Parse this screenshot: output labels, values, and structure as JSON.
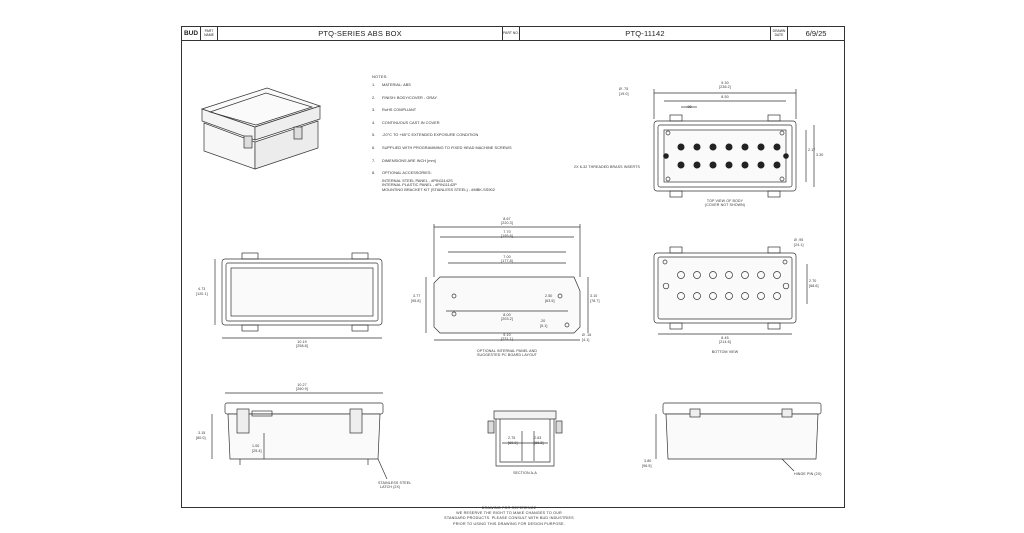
{
  "title_block": {
    "logo": "BUD",
    "part_name_caption": "PART NAME",
    "part_name": "PTQ-SERIES ABS BOX",
    "part_no_caption": "PART NO.",
    "part_no": "PTQ-11142",
    "drawn_date_caption": "DRAWN DATE",
    "date": "6/9/25"
  },
  "notes": {
    "title": "NOTES:",
    "items": [
      {
        "n": "1.",
        "text": "MATERIAL: ABS"
      },
      {
        "n": "2.",
        "text": "FINISH: BODY/COVER - GRAY"
      },
      {
        "n": "3.",
        "text": "RoHS COMPLIANT"
      },
      {
        "n": "4.",
        "text": "CONTINUOUS CAST-IN COVER"
      },
      {
        "n": "5.",
        "text": "-20°C TO +65°C EXTENDED EXPOSURE CONDITION"
      },
      {
        "n": "6.",
        "text": "SUPPLIED WITH PROGRAMMING TO FIXED HEAD MACHINE SCREWS"
      },
      {
        "n": "7.",
        "text": "DIMENSIONS ARE INCH [mm]"
      },
      {
        "n": "8.",
        "text": "OPTIONAL ACCESSORIES:"
      }
    ],
    "accessories": [
      "INTERNAL STEEL PANEL - #PIN11142S",
      "INTERNAL PLASTIC PANEL - #PIN11142P",
      "MOUNTING BRACKET KIT (STAINLESS STEEL) - #MBK-SS902"
    ]
  },
  "view_labels": {
    "top_view": "TOP VIEW OF BODY",
    "top_view_sub": "(COVER NOT SHOWN)",
    "internal_panel": "OPTIONAL INTERNAL PANEL AND",
    "internal_panel_sub": "SUGGESTED PC BOARD LAYOUT",
    "bottom_view": "BOTTOM VIEW",
    "section": "SECTION A-A",
    "catch": "STAINLESS STEEL",
    "catch_sub": "LATCH (2X)",
    "hinge": "HINGE PIN (2X)",
    "bosses": "2X 6-32 THREADED BRASS INSERTS"
  },
  "dimensions": {
    "top_overall": "9.30",
    "top_overall_mm": "[236.2]",
    "top_inner": "8.50",
    "top_inner_mm": "[215.9]",
    "top_pitch": ".98",
    "top_pitch_mm": "[24.9]",
    "top_depth": "3.30",
    "top_depth_mm": "[83.8]",
    "top_depth2": "2.17",
    "top_depth2_mm": "[55.1]",
    "hole_dia": "Ø .75",
    "hole_dia_mm": "[19.0]",
    "hole_dia2": "Ø .95",
    "hole_dia2_mm": "[24.1]",
    "front_height": "4.73",
    "front_height_mm": "[120.1]",
    "front_width": "10.19",
    "front_width_mm": "[258.8]",
    "panel_w1": "8.67",
    "panel_w1_mm": "[220.3]",
    "panel_w2": "7.70",
    "panel_w2_mm": "[195.6]",
    "panel_w3": "7.00",
    "panel_w3_mm": "[177.8]",
    "panel_h1": "3.77",
    "panel_h1_mm": "[95.8]",
    "panel_h2": "3.10",
    "panel_h2_mm": "[78.7]",
    "panel_h3": "2.50",
    "panel_h3_mm": "[63.5]",
    "panel_base": "8.00",
    "panel_base_mm": "[203.2]",
    "panel_base2": "9.10",
    "panel_base2_mm": "[231.1]",
    "panel_corner": ".20",
    "panel_corner_mm": "[5.1]",
    "panel_hole": "Ø .16",
    "panel_hole_mm": "[4.1]",
    "bottom_w": "8.45",
    "bottom_w_mm": "[214.6]",
    "bottom_h": "2.70",
    "bottom_h_mm": "[68.6]",
    "side_w": "10.27",
    "side_w_mm": "[260.9]",
    "side_h": "3.15",
    "side_h_mm": "[80.0]",
    "side_h2": "1.00",
    "side_h2_mm": "[25.4]",
    "sect_h": "2.75",
    "sect_h_mm": "[69.9]",
    "sect_h2": "2.63",
    "sect_h2_mm": "[66.8]",
    "hinge_h": "3.80",
    "hinge_h_mm": "[96.5]"
  },
  "footer": {
    "line1": "DRAWING FOR REFERENCE",
    "line2": "WE RESERVE THE RIGHT TO MAKE CHANGES TO OUR",
    "line3": "STANDARD PRODUCTS. PLEASE CONSULT WITH BUD INDUSTRIES",
    "line4": "PRIOR TO USING THIS DRAWING FOR DESIGN PURPOSE."
  }
}
